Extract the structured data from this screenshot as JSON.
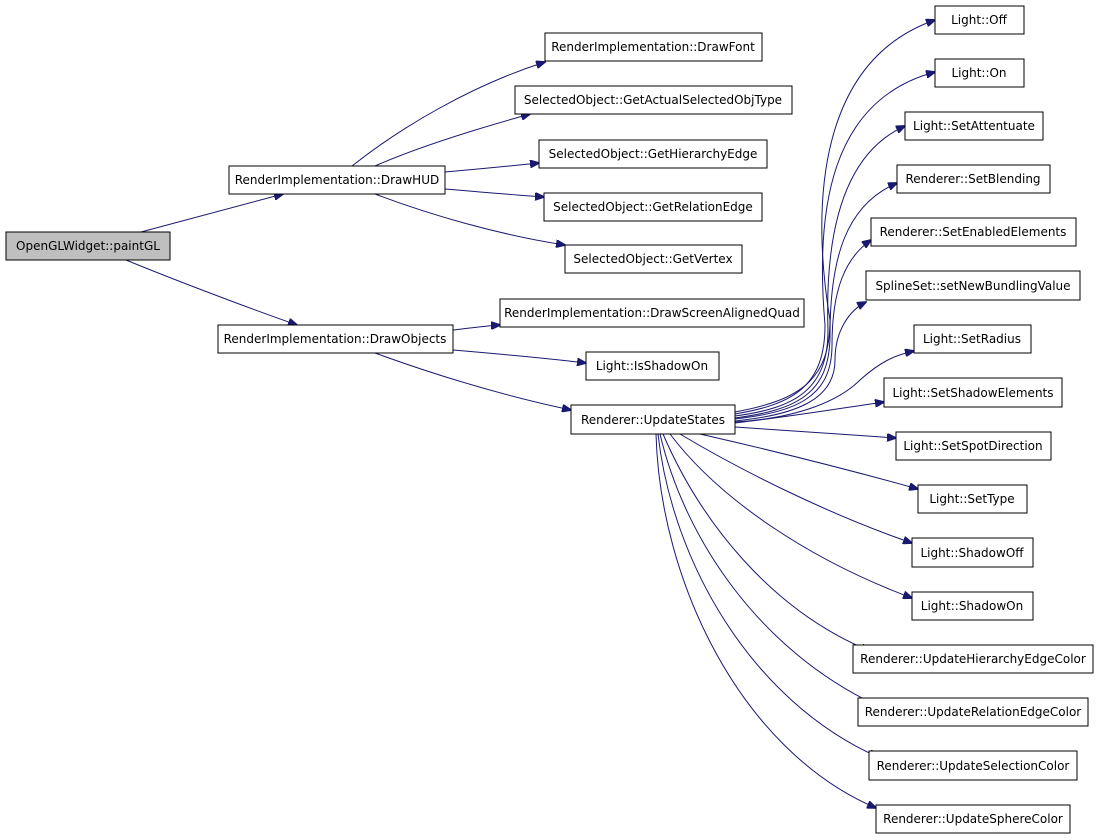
{
  "colors": {
    "edge": "#191970",
    "root_fill": "#bfbfbf",
    "node_fill": "#ffffff",
    "node_border": "#000000"
  },
  "nodes": {
    "paintGL": "OpenGLWidget::paintGL",
    "drawHUD": "RenderImplementation::DrawHUD",
    "drawObjects": "RenderImplementation::DrawObjects",
    "drawFont": "RenderImplementation::DrawFont",
    "getActualSelectedObjType": "SelectedObject::GetActualSelectedObjType",
    "getHierarchyEdge": "SelectedObject::GetHierarchyEdge",
    "getRelationEdge": "SelectedObject::GetRelationEdge",
    "getVertex": "SelectedObject::GetVertex",
    "drawScreenAlignedQuad": "RenderImplementation::DrawScreenAlignedQuad",
    "isShadowOn": "Light::IsShadowOn",
    "updateStates": "Renderer::UpdateStates",
    "lightOff": "Light::Off",
    "lightOn": "Light::On",
    "setAttentuate": "Light::SetAttentuate",
    "setBlending": "Renderer::SetBlending",
    "setEnabledElements": "Renderer::SetEnabledElements",
    "setNewBundlingValue": "SplineSet::setNewBundlingValue",
    "setRadius": "Light::SetRadius",
    "setShadowElements": "Light::SetShadowElements",
    "setSpotDirection": "Light::SetSpotDirection",
    "setType": "Light::SetType",
    "shadowOff": "Light::ShadowOff",
    "shadowOn": "Light::ShadowOn",
    "updateHierarchyEdgeColor": "Renderer::UpdateHierarchyEdgeColor",
    "updateRelationEdgeColor": "Renderer::UpdateRelationEdgeColor",
    "updateSelectionColor": "Renderer::UpdateSelectionColor",
    "updateSphereColor": "Renderer::UpdateSphereColor"
  }
}
